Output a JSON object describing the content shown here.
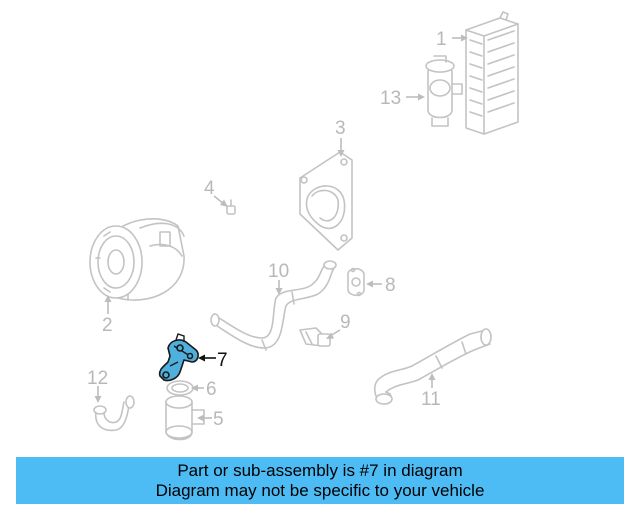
{
  "callouts": {
    "c1": "1",
    "c2": "2",
    "c3": "3",
    "c4": "4",
    "c5": "5",
    "c6": "6",
    "c7": "7",
    "c8": "8",
    "c9": "9",
    "c10": "10",
    "c11": "11",
    "c12": "12",
    "c13": "13"
  },
  "highlighted_part": "7",
  "colors": {
    "highlight_fill": "#4fb0de",
    "banner_bg": "#4dbcf5",
    "ghost_part": "#c3c3c3"
  },
  "banner": {
    "line1": "Part or sub-assembly is #7 in diagram",
    "line2": "Diagram may not be specific to your vehicle"
  }
}
